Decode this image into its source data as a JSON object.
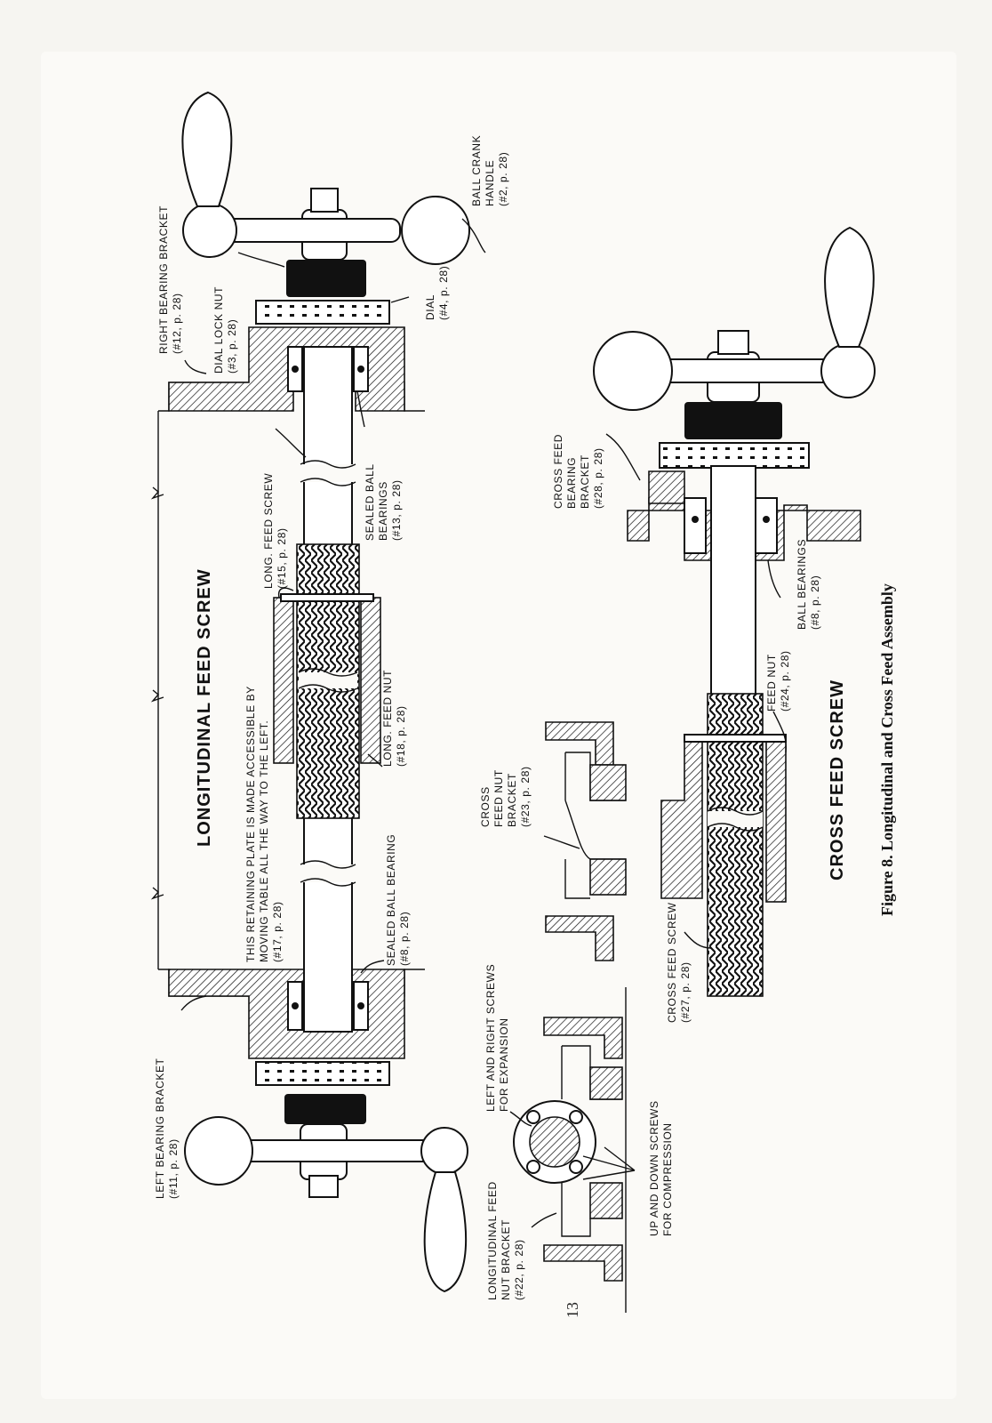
{
  "figure": {
    "caption": "Figure 8. Longitudinal and Cross Feed Assembly",
    "page_number": "13"
  },
  "titles": {
    "longitudinal": "LONGITUDINAL FEED SCREW",
    "cross": "CROSS FEED SCREW"
  },
  "labels": {
    "right_bearing_bracket": [
      "RIGHT BEARING BRACKET",
      "(#12, p. 28)"
    ],
    "dial_lock_nut": [
      "DIAL LOCK NUT",
      "(#3, p. 28)"
    ],
    "dial": [
      "DIAL",
      "(#4, p. 28)"
    ],
    "ball_crank_handle": [
      "BALL CRANK",
      "HANDLE",
      "(#2, p. 28)"
    ],
    "long_feed_screw": [
      "LONG. FEED SCREW",
      "(#15, p. 28)"
    ],
    "sealed_ball_bearings": [
      "SEALED BALL",
      "BEARINGS",
      "(#13, p. 28)"
    ],
    "retaining_plate": [
      "THIS RETAINING PLATE IS MADE ACCESSIBLE BY",
      "MOVING TABLE ALL THE WAY TO THE LEFT.",
      "(#17, p. 28)"
    ],
    "long_feed_nut": [
      "LONG. FEED NUT",
      "(#18, p. 28)"
    ],
    "sealed_ball_bearing": [
      "SEALED BALL BEARING",
      "(#8, p. 28)"
    ],
    "left_bearing_bracket": [
      "LEFT BEARING BRACKET",
      "(#11, p. 28)"
    ],
    "cross_feed_bearing_bracket": [
      "CROSS FEED",
      "BEARING",
      "BRACKET",
      "(#28, p. 28)"
    ],
    "ball_bearings": [
      "BALL BEARINGS",
      "(#8, p. 28)"
    ],
    "feed_nut": [
      "FEED NUT",
      "(#24, p. 28)"
    ],
    "cross_feed_nut_bracket": [
      "CROSS",
      "FEED NUT",
      "BRACKET",
      "(#23, p. 28)"
    ],
    "cross_feed_screw": [
      "CROSS FEED SCREW",
      "(#27, p. 28)"
    ],
    "left_right_screws": [
      "LEFT AND RIGHT SCREWS",
      "FOR EXPANSION"
    ],
    "up_down_screws": [
      "UP AND DOWN SCREWS",
      "FOR COMPRESSION"
    ],
    "long_feed_nut_bracket": [
      "LONGITUDINAL FEED",
      "NUT BRACKET",
      "(#22, p. 28)"
    ]
  }
}
